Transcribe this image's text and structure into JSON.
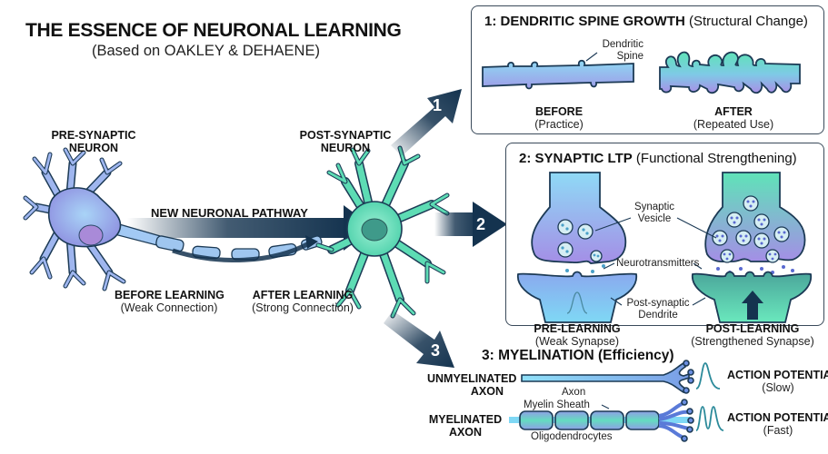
{
  "title": "THE ESSENCE OF NEURONAL LEARNING",
  "subtitle": "(Based on OAKLEY & DEHAENE)",
  "colors": {
    "navy": "#14334f",
    "outline": "#1c3a55",
    "blue_fill": "#7fb8ee",
    "purple_fill": "#a59ae6",
    "green_fill": "#5fe0b8",
    "teal_wave": "#2b8a9a"
  },
  "left": {
    "pre_neuron": {
      "line1": "PRE-SYNAPTIC",
      "line2": "NEURON"
    },
    "post_neuron": {
      "line1": "POST-SYNAPTIC",
      "line2": "NEURON"
    },
    "pathway_label": "NEW NEURONAL PATHWAY",
    "before": {
      "title": "BEFORE LEARNING",
      "desc": "(Weak Connection)"
    },
    "after": {
      "title": "AFTER LEARNING",
      "desc": "(Strong Connection)"
    },
    "arrow_numbers": [
      "1",
      "2",
      "3"
    ]
  },
  "panel1": {
    "title_bold": "1: DENDRITIC SPINE GROWTH",
    "title_normal": "(Structural Change)",
    "callout_line1": "Dendritic",
    "callout_line2": "Spine",
    "before": {
      "title": "BEFORE",
      "desc": "(Practice)"
    },
    "after": {
      "title": "AFTER",
      "desc": "(Repeated Use)"
    }
  },
  "panel2": {
    "title_bold": "2: SYNAPTIC LTP",
    "title_normal": "(Functional Strengthening)",
    "vesicle_line1": "Synaptic",
    "vesicle_line2": "Vesicle",
    "neurotransmitters": "Neurotransmitters",
    "dendrite_line1": "Post-synaptic",
    "dendrite_line2": "Dendrite",
    "pre": {
      "title": "PRE-LEARNING",
      "desc": "(Weak Synapse)"
    },
    "post": {
      "title": "POST-LEARNING",
      "desc": "(Strengthened Synapse)"
    }
  },
  "panel3": {
    "title": "3: MYELINATION (Efficiency)",
    "unmyelinated": {
      "line1": "UNMYELINATED",
      "line2": "AXON",
      "axon_label": "Axon",
      "ap_title": "ACTION POTENTIAL",
      "ap_desc": "(Slow)"
    },
    "myelinated": {
      "line1": "MYELINATED",
      "line2": "AXON",
      "sheath_label": "Myelin Sheath",
      "oligo_label": "Oligodendrocytes",
      "ap_title": "ACTION POTENTIAL",
      "ap_desc": "(Fast)"
    }
  }
}
